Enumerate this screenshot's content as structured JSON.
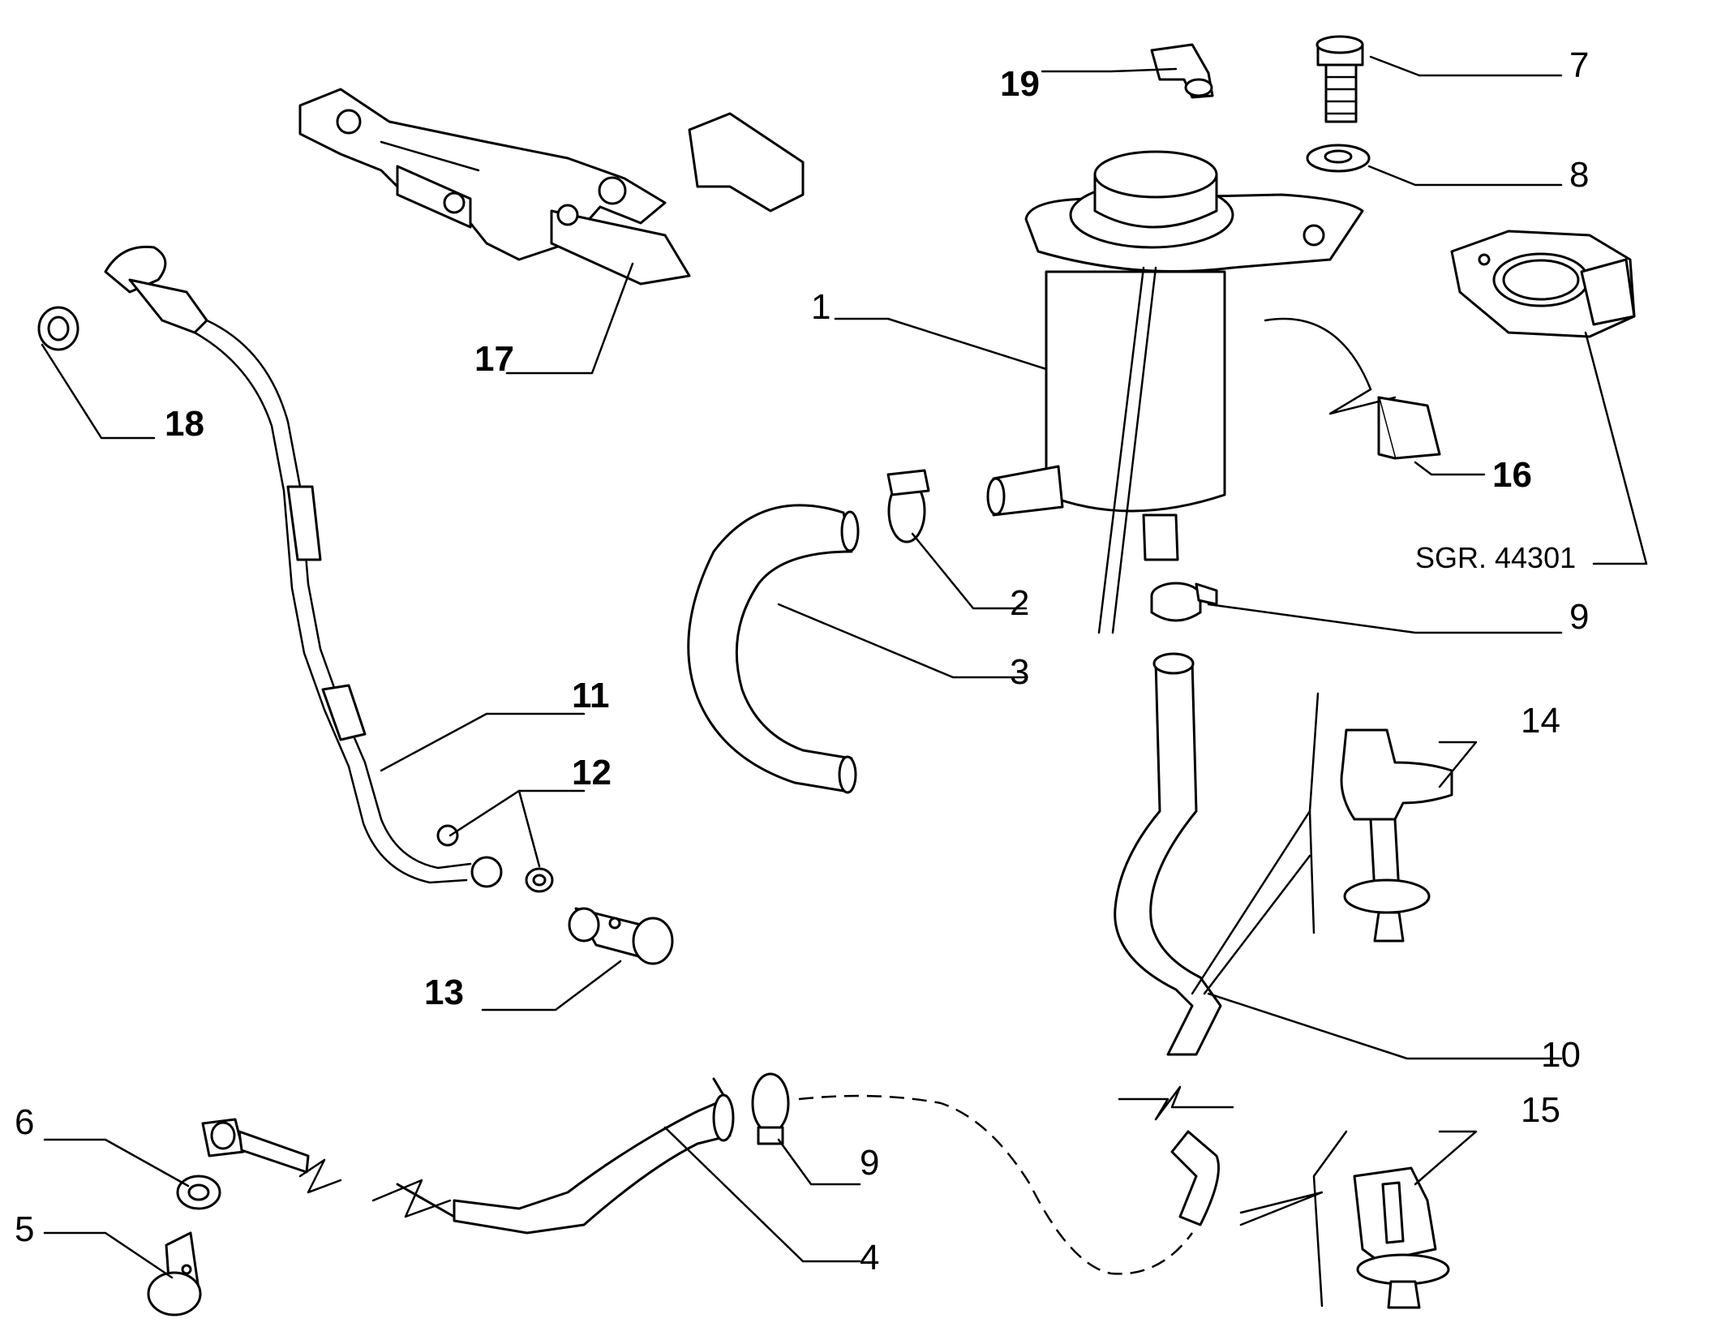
{
  "callouts": {
    "c1": "1",
    "c2": "2",
    "c3": "3",
    "c4": "4",
    "c5": "5",
    "c6": "6",
    "c7": "7",
    "c8": "8",
    "c9a": "9",
    "c9b": "9",
    "c10": "10",
    "c11": "11",
    "c12": "12",
    "c13": "13",
    "c14": "14",
    "c15": "15",
    "c16": "16",
    "c17": "17",
    "c18": "18",
    "c19": "19"
  },
  "reference": "SGR. 44301"
}
